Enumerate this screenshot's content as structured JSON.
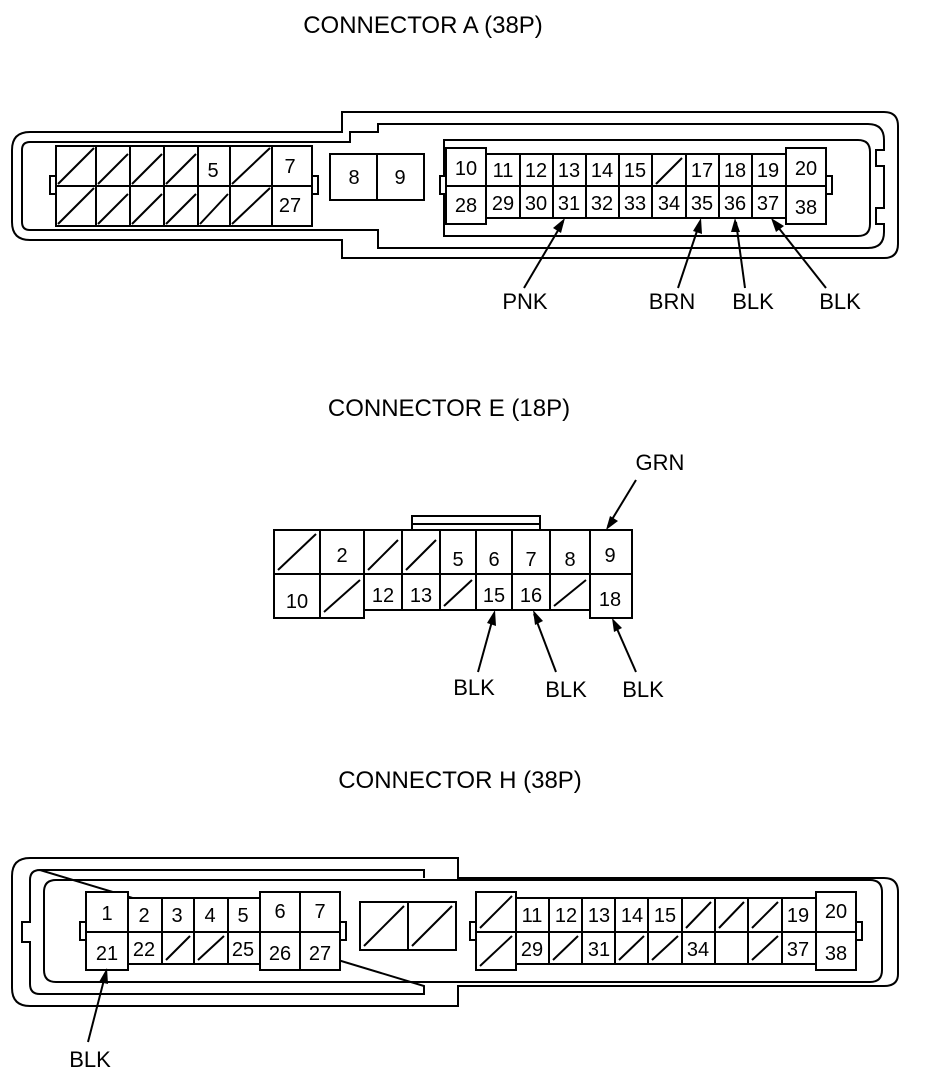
{
  "connectors": [
    {
      "id": "A",
      "title": "CONNECTOR A (38P)",
      "pins": [
        "5",
        "7",
        "27",
        "8",
        "9",
        "10",
        "11",
        "12",
        "13",
        "14",
        "15",
        "17",
        "18",
        "19",
        "20",
        "28",
        "29",
        "30",
        "31",
        "32",
        "33",
        "34",
        "35",
        "36",
        "37",
        "38"
      ],
      "wires": [
        {
          "pin": "31",
          "color": "PNK"
        },
        {
          "pin": "35",
          "color": "BRN"
        },
        {
          "pin": "36",
          "color": "BLK"
        },
        {
          "pin": "37",
          "color": "BLK"
        }
      ]
    },
    {
      "id": "E",
      "title": "CONNECTOR E (18P)",
      "pins": [
        "2",
        "5",
        "6",
        "7",
        "8",
        "9",
        "10",
        "12",
        "13",
        "15",
        "16",
        "18"
      ],
      "wires": [
        {
          "pin": "9",
          "color": "GRN"
        },
        {
          "pin": "15",
          "color": "BLK"
        },
        {
          "pin": "16",
          "color": "BLK"
        },
        {
          "pin": "18",
          "color": "BLK"
        }
      ]
    },
    {
      "id": "H",
      "title": "CONNECTOR H (38P)",
      "pins": [
        "1",
        "2",
        "3",
        "4",
        "5",
        "6",
        "7",
        "21",
        "22",
        "25",
        "26",
        "27",
        "11",
        "12",
        "13",
        "14",
        "15",
        "19",
        "20",
        "29",
        "31",
        "34",
        "37",
        "38"
      ],
      "wires": [
        {
          "pin": "21",
          "color": "BLK"
        }
      ]
    }
  ]
}
